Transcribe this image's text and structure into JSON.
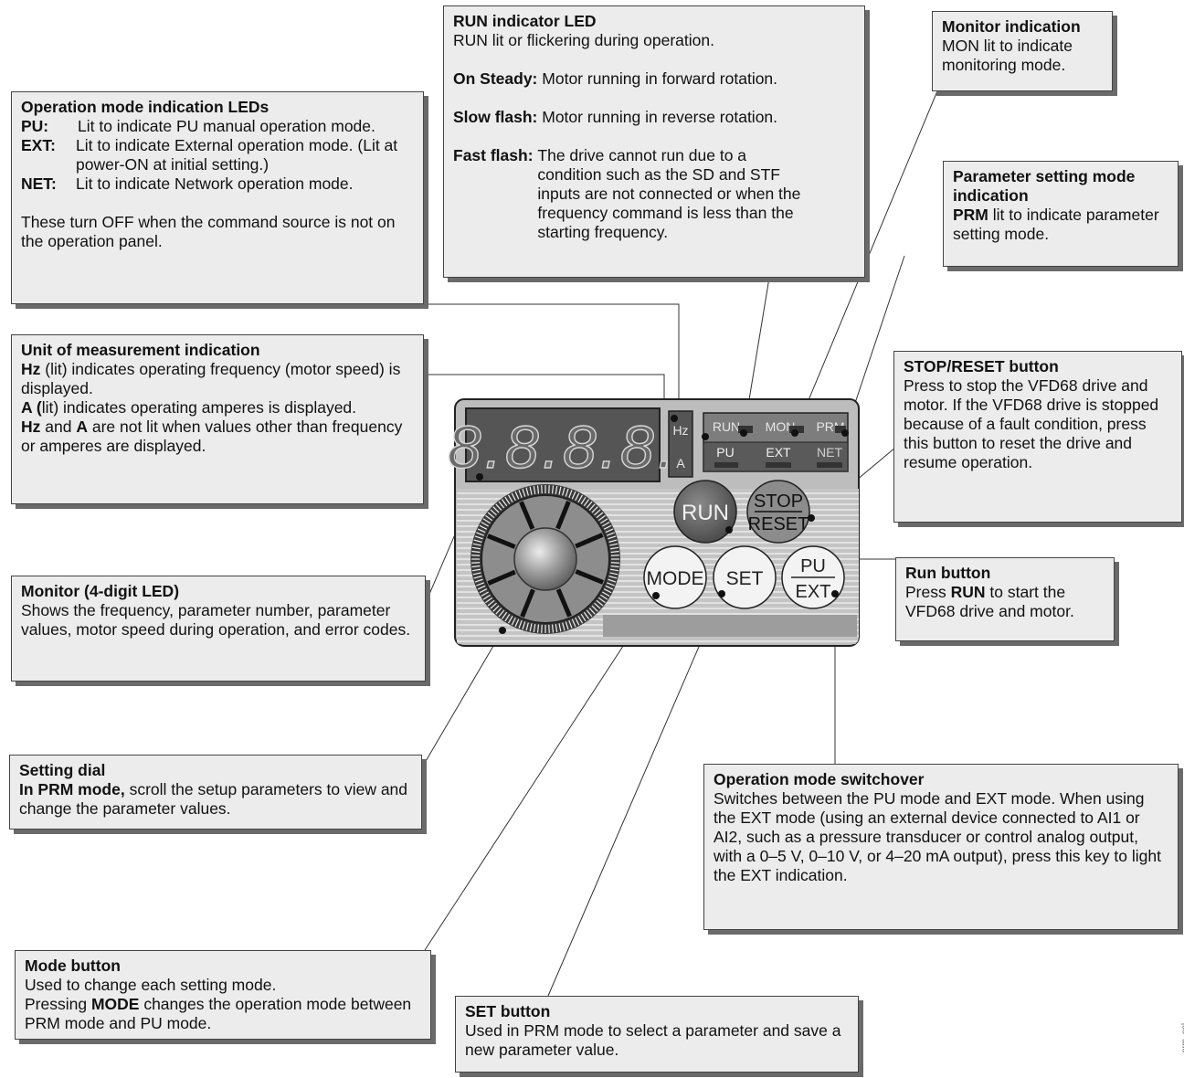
{
  "run_led": {
    "title": "RUN indicator LED",
    "desc": "RUN lit or flickering during operation.",
    "items": [
      {
        "key": "On Steady:",
        "text": "Motor running in forward rotation."
      },
      {
        "key": "Slow flash:",
        "text": "Motor running in reverse rotation."
      },
      {
        "key": "Fast flash:",
        "text": "The drive cannot run due to a condition such as the SD and STF inputs are not connected or when the frequency command is less than the starting frequency."
      }
    ]
  },
  "monitor_indication": {
    "title": "Monitor indication",
    "desc": "MON lit to indicate monitoring mode."
  },
  "operation_mode_leds": {
    "title": "Operation mode indication LEDs",
    "items": [
      {
        "key": "PU:",
        "text": "Lit to indicate PU manual operation mode."
      },
      {
        "key": "EXT:",
        "text": "Lit to indicate External operation mode. (Lit at power-ON at initial setting.)"
      },
      {
        "key": "NET:",
        "text": "Lit to indicate Network operation mode."
      }
    ],
    "note": "These turn OFF when the command source is not on the operation panel."
  },
  "parameter_setting": {
    "title": "Parameter setting mode indication",
    "bold": "PRM",
    "desc": " lit to indicate parameter setting mode."
  },
  "unit_indication": {
    "title": "Unit of measurement indication",
    "hz_bold": "Hz",
    "hz_text": " (lit) indicates operating frequency (motor speed) is displayed.",
    "a_bold": "A (",
    "a_text": "lit) indicates operating amperes is displayed.",
    "both_bold1": "Hz",
    "both_mid": " and ",
    "both_bold2": "A",
    "both_text": " are not lit when values other than frequency or amperes are displayed."
  },
  "stop_reset": {
    "title": "STOP/RESET button",
    "desc": "Press to stop the VFD68 drive and motor. If the VFD68 drive is stopped because of a fault condition, press this button to reset the drive and resume operation."
  },
  "run_button": {
    "title": "Run button",
    "pre": "Press ",
    "bold": "RUN",
    "post": " to start the VFD68 drive and motor."
  },
  "monitor_led": {
    "title": "Monitor (4-digit LED)",
    "desc": "Shows the frequency, parameter number, parameter values, motor speed during operation, and error codes."
  },
  "setting_dial": {
    "title": "Setting dial",
    "bold": "In PRM mode,",
    "desc": " scroll the setup parameters to view and change the parameter values."
  },
  "mode_switchover": {
    "title": "Operation mode switchover",
    "desc": "Switches between the PU mode and EXT mode. When using the EXT mode (using an external device connected to AI1 or AI2, such as a pressure transducer or control analog output, with a 0–5 V, 0–10 V, or 4–20 mA output), press this key to light the EXT indication."
  },
  "mode_button": {
    "title": "Mode button",
    "desc": "Used to change each setting mode.",
    "pre": "Pressing ",
    "bold": "MODE",
    "post": " changes the operation mode between PRM mode and PU mode."
  },
  "set_button": {
    "title": "SET button",
    "desc": "Used in PRM mode to select a parameter and save a new parameter value."
  },
  "panel": {
    "display": "8.8.8.8.",
    "hz": "Hz",
    "a": "A",
    "run": "RUN",
    "mon": "MON",
    "prm": "PRM",
    "pu": "PU",
    "ext": "EXT",
    "net": "NET",
    "btn_run": "RUN",
    "btn_stop": "STOP",
    "btn_reset": "RESET",
    "btn_mode": "MODE",
    "btn_set": "SET",
    "btn_pu": "PU",
    "btn_ext": "EXT"
  },
  "side_label": "prm_pnl"
}
